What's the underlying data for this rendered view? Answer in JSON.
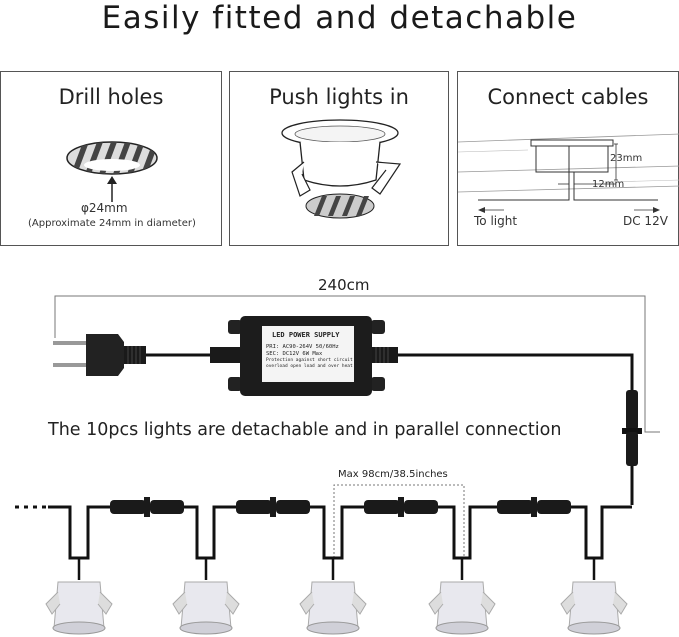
{
  "title": "Easily fitted and detachable",
  "panels": {
    "drill": {
      "title": "Drill holes",
      "diameter": "φ24mm",
      "note": "(Approximate 24mm in diameter)"
    },
    "push": {
      "title": "Push lights in"
    },
    "connect": {
      "title": "Connect cables",
      "dim_height": "23mm",
      "dim_width": "12mm",
      "to_light": "To light",
      "dc": "DC 12V"
    }
  },
  "cable_length": "240cm",
  "psu": {
    "label": "LED POWER SUPPLY",
    "line1": "PRI: AC90-264V  50/60Hz",
    "line2": "SEC: DC12V        6W Max",
    "line3": "Protection against short circuit",
    "line4": "overload open load and over heat"
  },
  "caption": "The 10pcs lights are detachable and in parallel connection",
  "max_spacing": "Max 98cm/38.5inches",
  "lights_count": 5
}
